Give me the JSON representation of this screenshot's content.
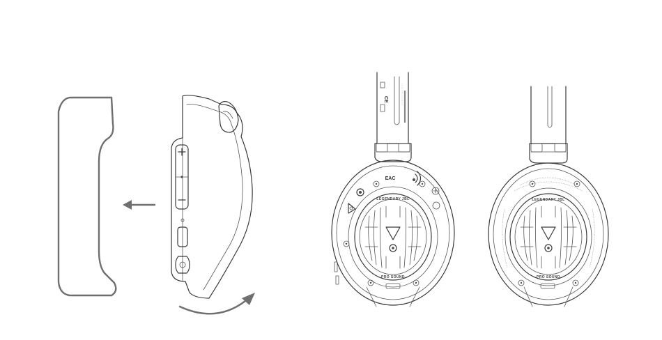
{
  "diagram": {
    "cup_text": {
      "top_label": "LEGENDARY JBL",
      "bottom_label": "PRO SOUND"
    },
    "cert_marks": {
      "eac": "EAC",
      "ce": "CE"
    }
  }
}
